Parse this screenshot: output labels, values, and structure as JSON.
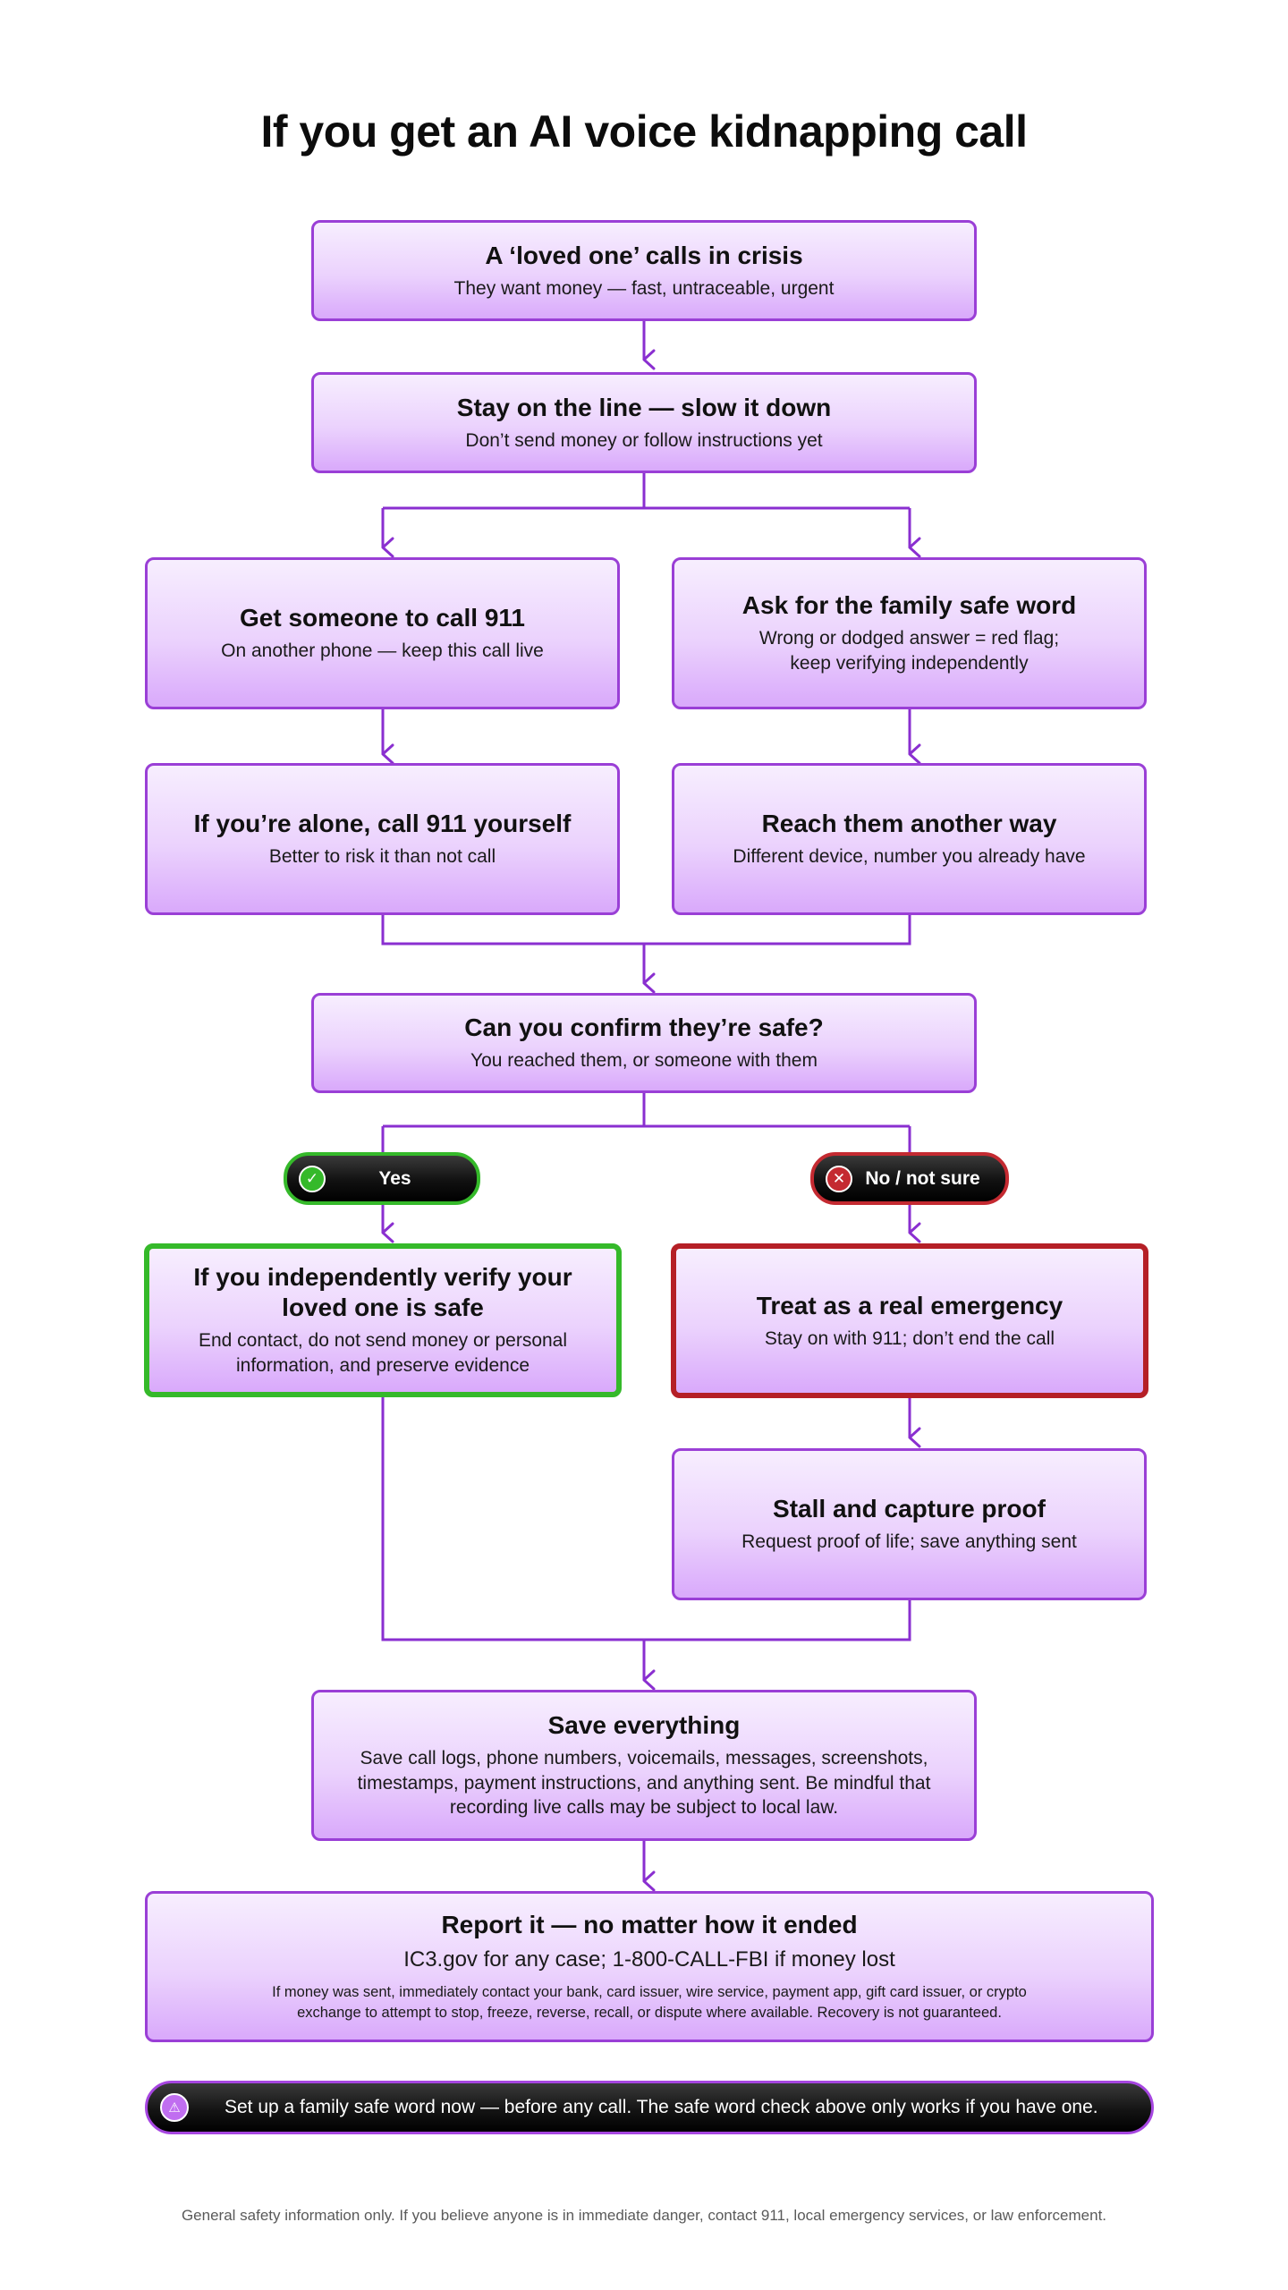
{
  "title": "If you get an AI voice kidnapping call",
  "colors": {
    "box_border": "#9a3fd6",
    "box_fill_top": "#f7eefe",
    "box_fill_bottom": "#d9a9fb",
    "connector": "#8a2fd0",
    "yes_green": "#35b92a",
    "no_red": "#b51f26"
  },
  "steps": {
    "crisis_call": {
      "title": "A ‘loved one’ calls in crisis",
      "text": "They want money — fast, untraceable, urgent"
    },
    "stay_on_line": {
      "title": "Stay on the line — slow it down",
      "text": "Don’t send money or follow instructions yet"
    },
    "call_911": {
      "title": "Get someone to call 911",
      "text": "On another phone — keep this call live"
    },
    "safe_word": {
      "title": "Ask for the family safe word",
      "text": "Wrong or dodged answer = red flag; keep verifying independently"
    },
    "alone_call": {
      "title": "If you’re alone, call 911 yourself",
      "text": "Better to risk it than not call"
    },
    "reach_other": {
      "title": "Reach them another way",
      "text": "Different device, number you already have"
    },
    "confirm_safe": {
      "title": "Can you confirm they’re safe?",
      "text": "You reached them, or someone with them"
    },
    "verified_safe": {
      "title": "If you independently verify your loved one is safe",
      "text": "End contact, do not send money or personal information, and preserve evidence"
    },
    "real_emergency": {
      "title": "Treat as a real emergency",
      "text": "Stay on with 911; don’t end the call"
    },
    "stall_proof": {
      "title": "Stall and capture proof",
      "text": "Request proof of life; save anything sent"
    },
    "save_everything": {
      "title": "Save everything",
      "text": "Save call logs, phone numbers, voicemails, messages, screenshots, timestamps, payment instructions, and anything sent. Be mindful that recording live calls may be subject to local law."
    },
    "report_it": {
      "title": "Report it — no matter how it ended",
      "text": "IC3.gov for any case; 1-800-CALL-FBI if money lost",
      "note": "If money was sent, immediately contact your bank, card issuer, wire service, payment app, gift card issuer, or crypto exchange to attempt to stop, freeze, reverse, recall, or dispute where available. Recovery is not guaranteed."
    }
  },
  "branches": {
    "yes": {
      "label": "Yes",
      "icon": "check-icon"
    },
    "no": {
      "label": "No / not sure",
      "icon": "x-icon"
    }
  },
  "banner": {
    "icon": "warning-icon",
    "text": "Set up a family safe word now — before any call. The safe word check above only works if you have one."
  },
  "footer": "General safety information only. If you believe anyone is in immediate danger, contact 911, local emergency services, or law enforcement."
}
